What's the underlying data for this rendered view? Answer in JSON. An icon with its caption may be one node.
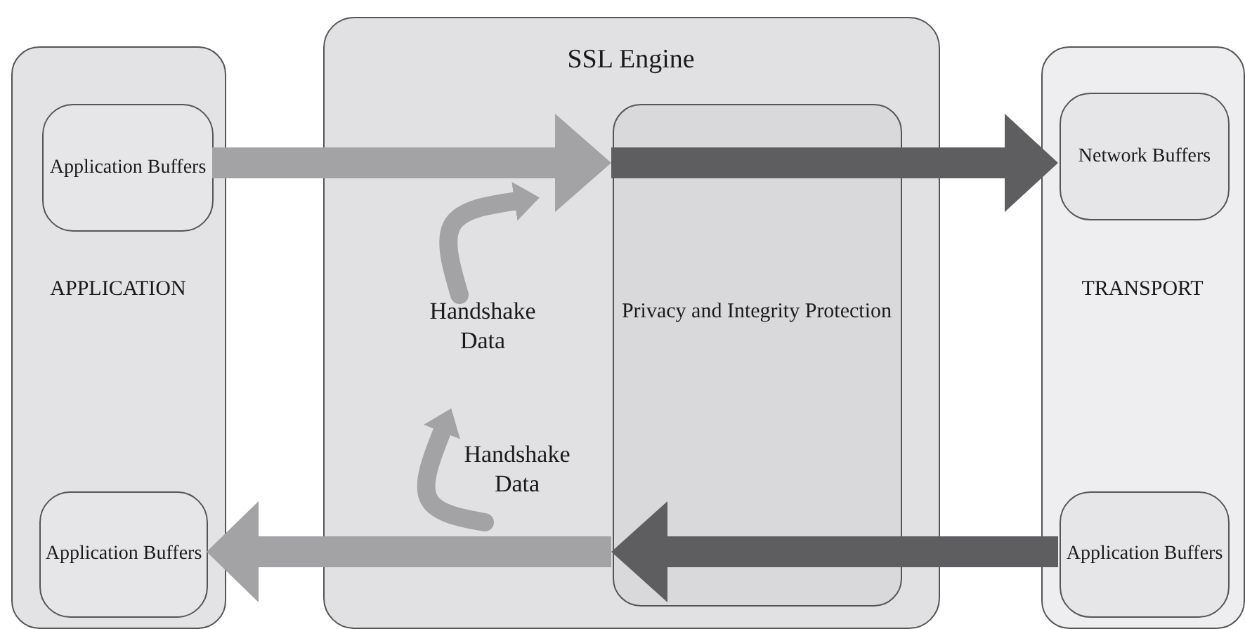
{
  "diagram": {
    "nodes": [
      {
        "text": [
          "APPLICATION"
        ]
      },
      {
        "text": [
          "Application Buffers"
        ],
        "in": 0
      },
      {
        "text": [
          "Application Buffers"
        ],
        "in": 0
      },
      {
        "text": [
          "SSL Engine"
        ]
      },
      {
        "text": [
          "Privacy and Integrity Protection"
        ],
        "in": 3
      },
      {
        "text": [
          "TRANSPORT"
        ]
      },
      {
        "text": [
          "Network Buffers"
        ],
        "in": 5
      },
      {
        "text": [
          "Application Buffers"
        ],
        "in": 5
      },
      {
        "text": [
          "Handshake Data"
        ],
        "in": 3
      },
      {
        "text": [
          "Handshake Data"
        ],
        "in": 3
      }
    ],
    "edges": [
      {
        "from": 1,
        "to": 4,
        "arrow": "to"
      },
      {
        "from": 4,
        "to": 6,
        "arrow": "to",
        "color": "#5e5e60"
      },
      {
        "from": 7,
        "to": 4,
        "arrow": "to",
        "color": "#5e5e60"
      },
      {
        "from": 4,
        "to": 2,
        "arrow": "to"
      },
      {
        "from": 8,
        "to": null,
        "arrow": "to"
      },
      {
        "from": null,
        "to": 9,
        "arrow": "to"
      }
    ]
  }
}
